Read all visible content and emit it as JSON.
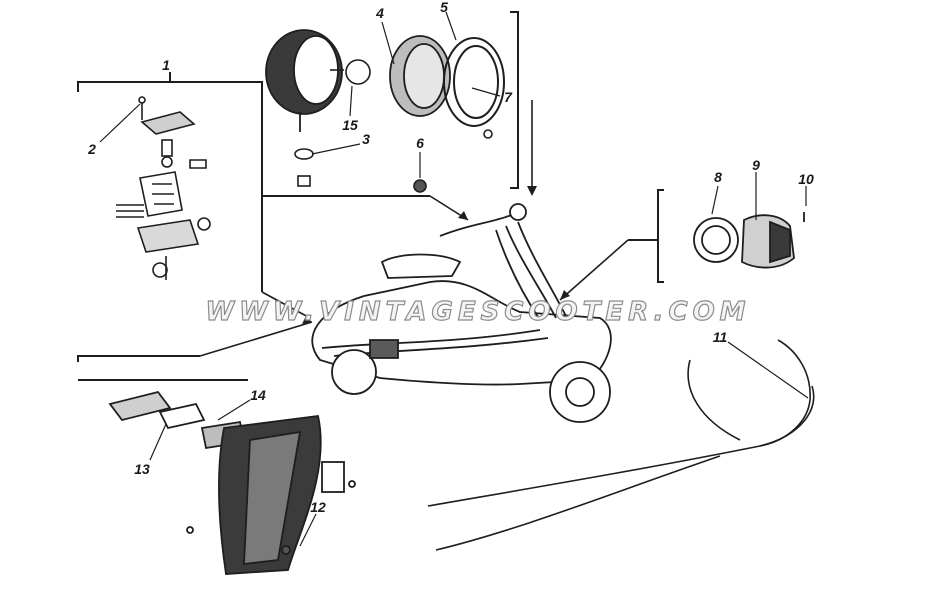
{
  "watermark": "WWW.VINTAGESCOOTER.COM",
  "callouts": [
    "1",
    "2",
    "3",
    "4",
    "5",
    "6",
    "7",
    "8",
    "9",
    "10",
    "11",
    "12",
    "13",
    "14",
    "15"
  ],
  "colors": {
    "ink": "#1e1e1e",
    "paper": "#ffffff",
    "watermark_outline": "#8c8c8c"
  }
}
